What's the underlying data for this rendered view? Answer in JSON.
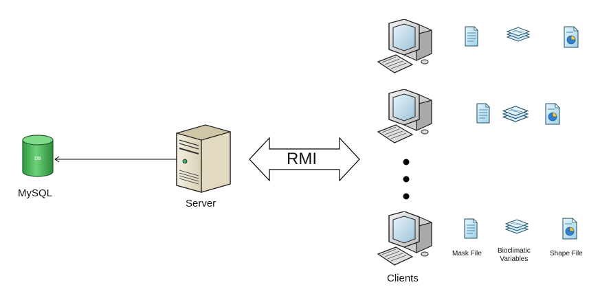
{
  "nodes": {
    "database": {
      "label": "MySQL",
      "cylinder_text": "DB"
    },
    "server": {
      "label": "Server"
    },
    "protocol": {
      "label": "RMI"
    },
    "clients": {
      "label": "Clients"
    }
  },
  "files": {
    "mask": "Mask File",
    "bioclimatic": "Bioclimatic Variables",
    "bioclimatic_line1": "Bioclimatic",
    "bioclimatic_line2": "Variables",
    "shape": "Shape File"
  },
  "colors": {
    "db_green": "#38b24a",
    "server_beige": "#e7e0cc",
    "computer_gray": "#d9d9d9",
    "screen_blue": "#cfe3ee",
    "file_blue": "#bfe2f2"
  }
}
